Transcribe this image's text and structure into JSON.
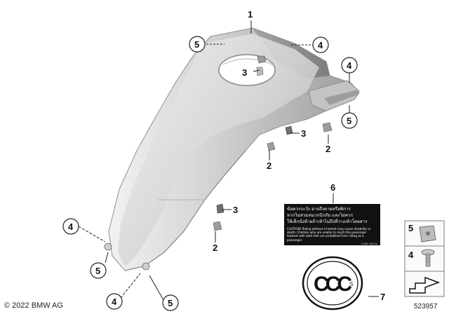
{
  "diagram": {
    "callouts": {
      "c1": "1",
      "c2": "2",
      "c3": "3",
      "c4": "4",
      "c5": "5",
      "c6": "6",
      "c7": "7"
    },
    "warning_label": {
      "thai_line_1": "ข้อควรระวัง อาจถึงตายหรือพิการ",
      "thai_line_2": "หากไม่สวมหมวกนิรภัย และไม่ควร",
      "thai_line_3": "ให้เด็กนั่งท้ายถ้าเท้าไม่ถึงที่วางเท้าโดยสาร",
      "english_text": "CAUTION! Riding without a helmet may cause disability or death. Children who are unable to reach the passenger footrest with both feet are prohibited from riding as a passenger.",
      "code": "2 345 345-01"
    },
    "ccc_mark": {
      "letters": "CCC",
      "sub": "S"
    },
    "sidebar_legend": {
      "item_5": "5",
      "item_4": "4"
    },
    "copyright": "© 2022 BMW AG",
    "document_number": "523957"
  },
  "colors": {
    "tank_light": "#e6e6e6",
    "tank_mid": "#bdbdbd",
    "tank_dark": "#8a8a8a",
    "label_bg": "#111111",
    "thumb_border": "#7d7d7d"
  }
}
